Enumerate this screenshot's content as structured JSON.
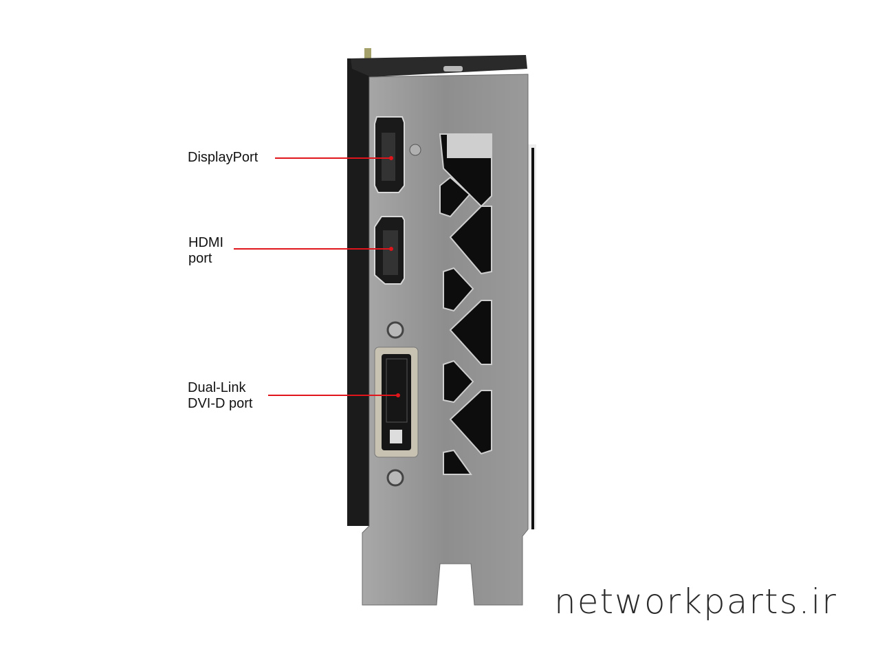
{
  "callouts": {
    "displayport": {
      "line1": "DisplayPort"
    },
    "hdmi": {
      "line1": "HDMI",
      "line2": "port"
    },
    "dvi": {
      "line1": "Dual-Link",
      "line2": "DVI-D port"
    }
  },
  "watermark": "networkparts.ir",
  "colors": {
    "callout_line": "#e0141b",
    "bracket": "#8f8f8f",
    "background": "#ffffff"
  }
}
